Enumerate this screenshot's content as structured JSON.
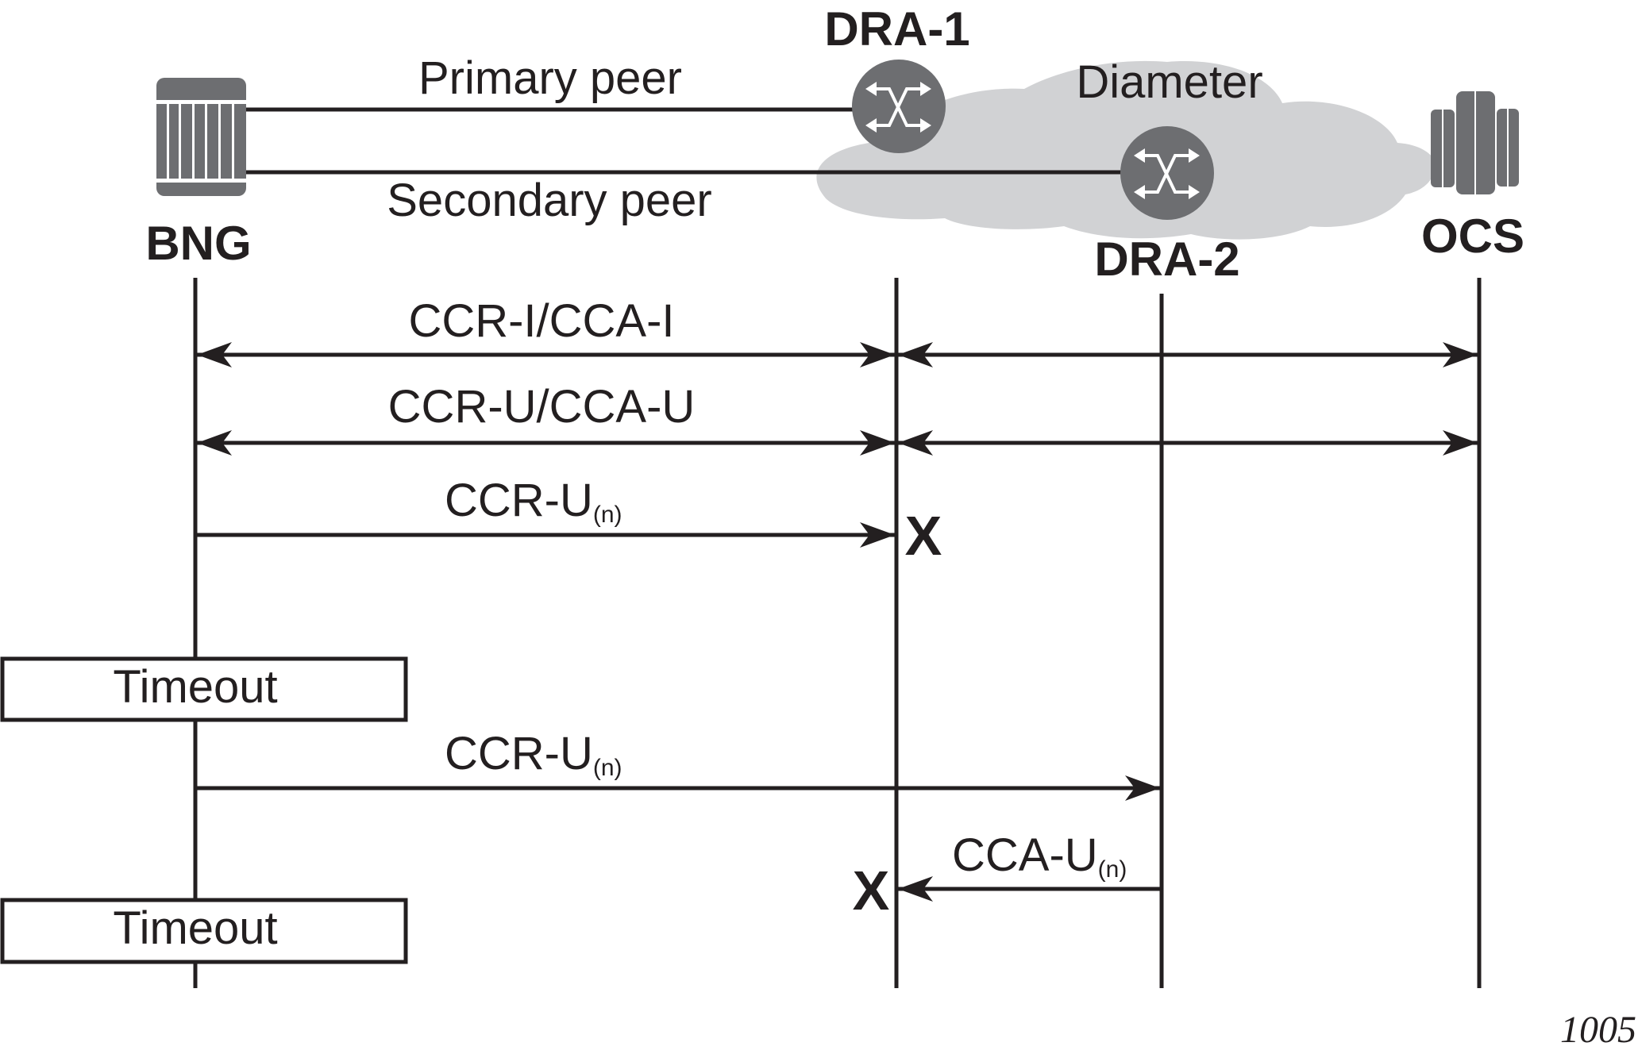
{
  "diagram": {
    "type": "sequence",
    "figure_number": "1005",
    "cloud_label": "Diameter",
    "nodes": [
      {
        "id": "bng",
        "label": "BNG",
        "icon": "router-chassis-icon"
      },
      {
        "id": "dra1",
        "label": "DRA-1",
        "icon": "switch-router-icon"
      },
      {
        "id": "dra2",
        "label": "DRA-2",
        "icon": "switch-router-icon"
      },
      {
        "id": "ocs",
        "label": "OCS",
        "icon": "server-icon"
      }
    ],
    "peer_links": [
      {
        "from": "bng",
        "to": "dra1",
        "label": "Primary peer"
      },
      {
        "from": "bng",
        "to": "dra2",
        "label": "Secondary peer"
      }
    ],
    "messages": [
      {
        "label": "CCR-I/CCA-I",
        "subscript": "",
        "from": "bng",
        "to": "dra1",
        "bidirectional": true,
        "continues_to": "ocs",
        "dropped": false
      },
      {
        "label": "CCR-U/CCA-U",
        "subscript": "",
        "from": "bng",
        "to": "dra1",
        "bidirectional": true,
        "continues_to": "ocs",
        "dropped": false
      },
      {
        "label": "CCR-U",
        "subscript": "(n)",
        "from": "bng",
        "to": "dra1",
        "bidirectional": false,
        "dropped": true,
        "drop_mark": "X"
      },
      {
        "label": "CCR-U",
        "subscript": "(n)",
        "from": "bng",
        "to": "dra2",
        "bidirectional": false,
        "dropped": false
      },
      {
        "label": "CCA-U",
        "subscript": "(n)",
        "from": "dra2",
        "to": "dra1",
        "bidirectional": false,
        "dropped": true,
        "drop_mark": "X"
      }
    ],
    "timeouts": [
      {
        "label": "Timeout",
        "after_message": 3
      },
      {
        "label": "Timeout",
        "after_message": 5
      }
    ]
  }
}
